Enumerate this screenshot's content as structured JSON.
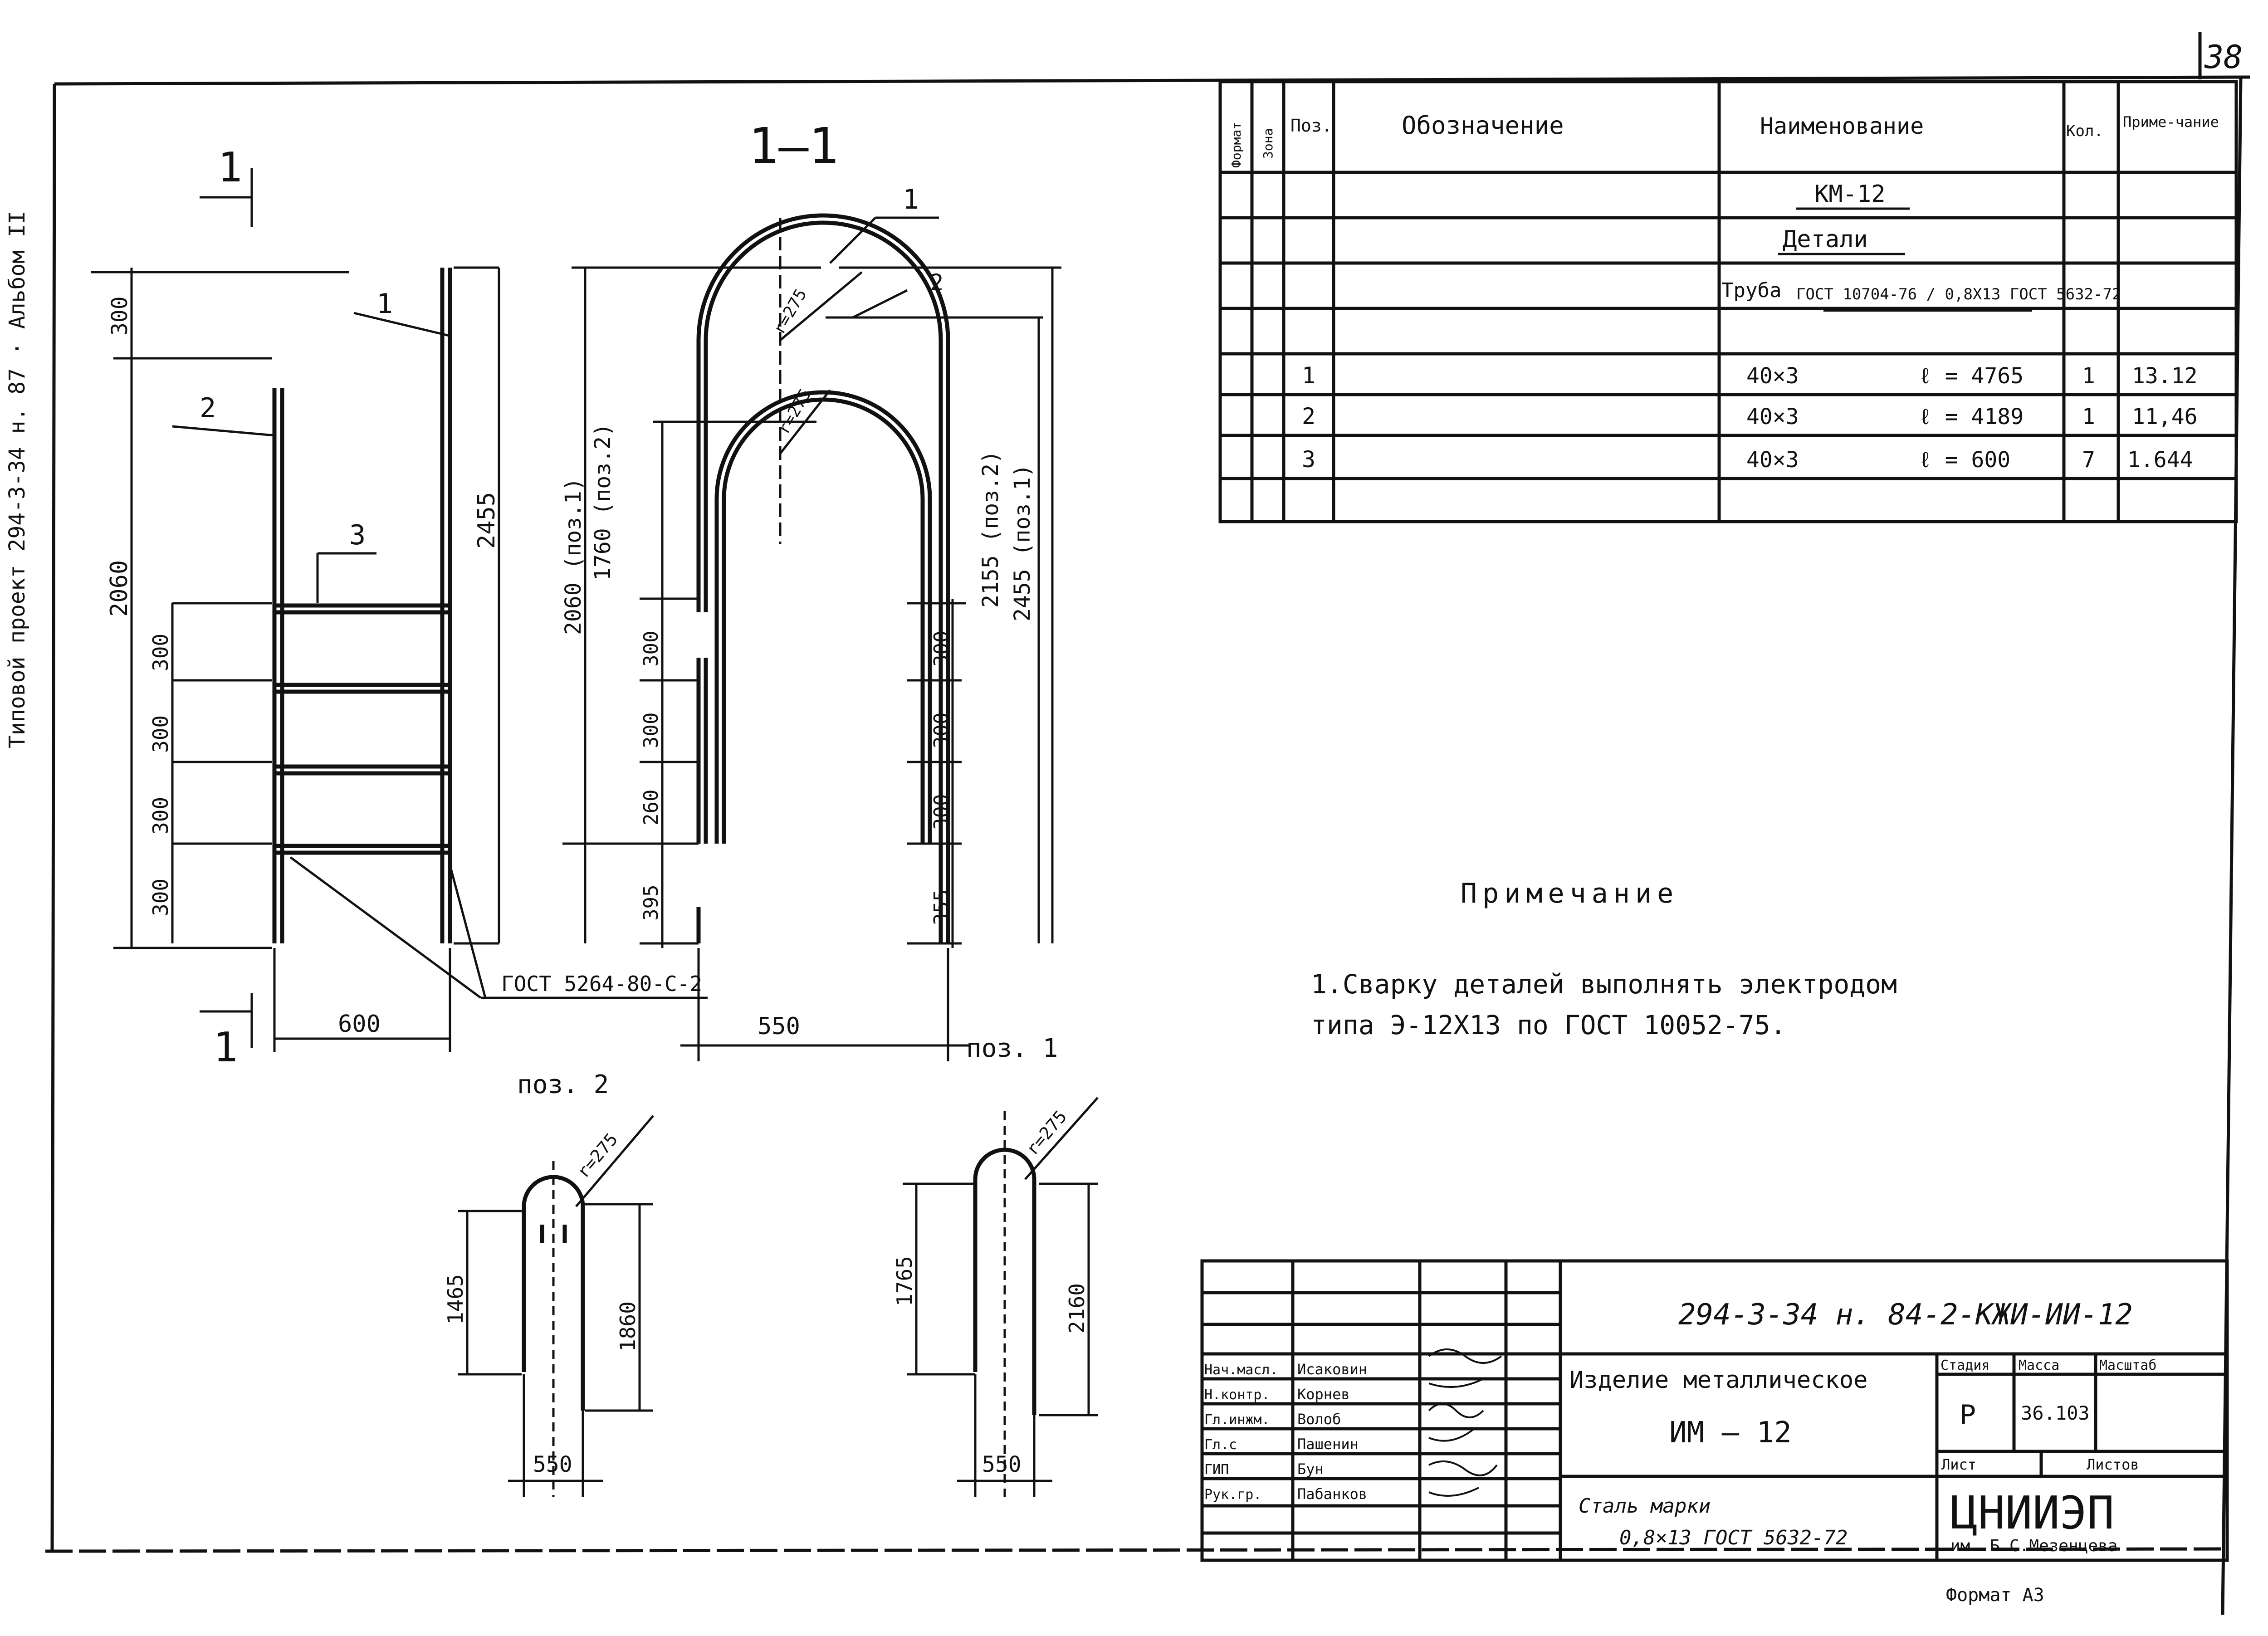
{
  "sheet": {
    "number": "38",
    "format_label": "Формат А3"
  },
  "side_note": "Типовой проект 294-3-34 н. 87 · Альбом II",
  "drawing": {
    "section_title": "1—1",
    "section_marker": "1",
    "gost_weld": "ГОСТ 5264-80-С-2",
    "pos2_label": "поз. 2",
    "pos1_label": "поз. 1",
    "callouts": [
      "1",
      "2",
      "3"
    ],
    "left_dims": {
      "d300top": "300",
      "d2060": "2060",
      "d2455": "2455",
      "steps": [
        "300",
        "300",
        "300",
        "300"
      ],
      "width": "600"
    },
    "front_dims": {
      "d2060": "2060 (поз.1)",
      "d1760": "1760 (поз.2)",
      "d2155": "2155 (поз.2)",
      "d2455": "2455 (поз.1)",
      "left_steps": [
        "300",
        "300",
        "260",
        "395"
      ],
      "right_steps": [
        "300",
        "300",
        "300",
        "355"
      ],
      "width": "550",
      "r_outer": "r=275",
      "r_inner": "r=275"
    },
    "pos2_dims": {
      "r": "r=275",
      "h1": "1465",
      "h2": "1860",
      "w": "550"
    },
    "pos1_dims": {
      "r": "r=275",
      "h1": "1765",
      "h2": "2160",
      "w": "550"
    }
  },
  "spec_table": {
    "headers": [
      "Формат",
      "Зона",
      "Поз.",
      "Обозначение",
      "Наименование",
      "Кол.",
      "Приме-чание"
    ],
    "rows": [
      {
        "pos": "",
        "name": "КМ-12",
        "name_b": "",
        "qty": "",
        "note": ""
      },
      {
        "pos": "",
        "name": "Детали",
        "name_b": "",
        "qty": "",
        "note": ""
      },
      {
        "pos": "",
        "name": "Труба",
        "name_b": "ГОСТ 10704-76 / 0,8Х13 ГОСТ 5632-72",
        "qty": "",
        "note": ""
      },
      {
        "pos": "1",
        "name": "40×3",
        "name_b": "ℓ = 4765",
        "qty": "1",
        "note": "13.12"
      },
      {
        "pos": "2",
        "name": "40×3",
        "name_b": "ℓ = 4189",
        "qty": "1",
        "note": "11,46"
      },
      {
        "pos": "3",
        "name": "40×3",
        "name_b": "ℓ = 600",
        "qty": "7",
        "note": "1.644"
      },
      {
        "pos": "",
        "name": "",
        "name_b": "",
        "qty": "",
        "note": ""
      }
    ]
  },
  "note": {
    "title": "Примечание",
    "text1": "1.Сварку деталей выполнять электродом",
    "text2": "типа Э-12Х13 по ГОСТ 10052-75."
  },
  "title_block": {
    "code": "294-3-34 н. 84-2-КЖИ-ИИ-12",
    "roles": [
      "Нач.масл.",
      "Н.контр.",
      "Гл.инжм.",
      "Гл.с",
      "ГИП",
      "Рук.гр."
    ],
    "names": [
      "Исаковин",
      "Корнев",
      "Волоб",
      "Пашенин",
      "Бун",
      "Пабанков"
    ],
    "product": "Изделие металлическое",
    "product_code": "ИМ — 12",
    "material1": "Сталь марки",
    "material2": "0,8×13 ГОСТ 5632-72",
    "stage_label": "Стадия",
    "mass_label": "Масса",
    "scale_label": "Масштаб",
    "stage": "Р",
    "mass": "36.103",
    "sheet_label": "Лист",
    "sheets_label": "Листов",
    "org": "ЦНИИЭП",
    "org_sub": "им. Б.С.Мезенцева"
  }
}
